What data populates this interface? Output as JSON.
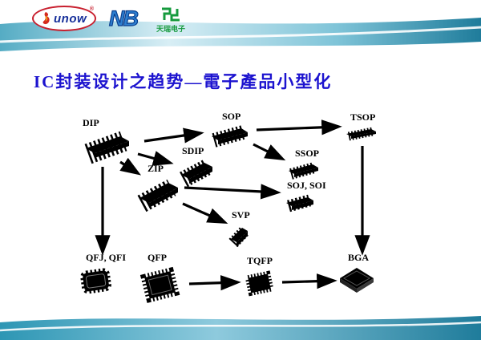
{
  "header": {
    "logos": {
      "sunow": {
        "text": "unow",
        "reg": "®"
      },
      "nb": {
        "text": "NB"
      },
      "tianrui": {
        "text": "天瑞电子"
      }
    }
  },
  "title": "IC封装设计之趋势—電子產品小型化",
  "diagram": {
    "packages": [
      {
        "id": "dip",
        "label": "DIP"
      },
      {
        "id": "sop",
        "label": "SOP"
      },
      {
        "id": "tsop",
        "label": "TSOP"
      },
      {
        "id": "sdip",
        "label": "SDIP"
      },
      {
        "id": "ssop",
        "label": "SSOP"
      },
      {
        "id": "zip",
        "label": "ZIP"
      },
      {
        "id": "soj_soi",
        "label": "SOJ, SOI"
      },
      {
        "id": "svp",
        "label": "SVP"
      },
      {
        "id": "qfj_qfi",
        "label": "QFJ, QFI"
      },
      {
        "id": "qfp",
        "label": "QFP"
      },
      {
        "id": "tqfp",
        "label": "TQFP"
      },
      {
        "id": "bga",
        "label": "BGA"
      }
    ],
    "connections": [
      {
        "from": "DIP",
        "to": "SOP"
      },
      {
        "from": "DIP",
        "to": "SDIP"
      },
      {
        "from": "DIP",
        "to": "ZIP"
      },
      {
        "from": "DIP",
        "to": "QFJ, QFI"
      },
      {
        "from": "SOP",
        "to": "TSOP"
      },
      {
        "from": "SOP",
        "to": "SSOP"
      },
      {
        "from": "ZIP",
        "to": "SOJ, SOI"
      },
      {
        "from": "ZIP",
        "to": "SVP"
      },
      {
        "from": "TSOP",
        "to": "BGA"
      },
      {
        "from": "QFP",
        "to": "TQFP"
      },
      {
        "from": "TQFP",
        "to": "BGA"
      }
    ]
  },
  "colors": {
    "accent_teal": "#2e96b5",
    "accent_teal_dark": "#1f7c9b",
    "accent_teal_light": "#cfeaf3",
    "title_blue": "#1c13cf",
    "logo_red": "#c81f2e",
    "logo_green": "#159a3d",
    "logo_blue": "#2d7fd0"
  }
}
